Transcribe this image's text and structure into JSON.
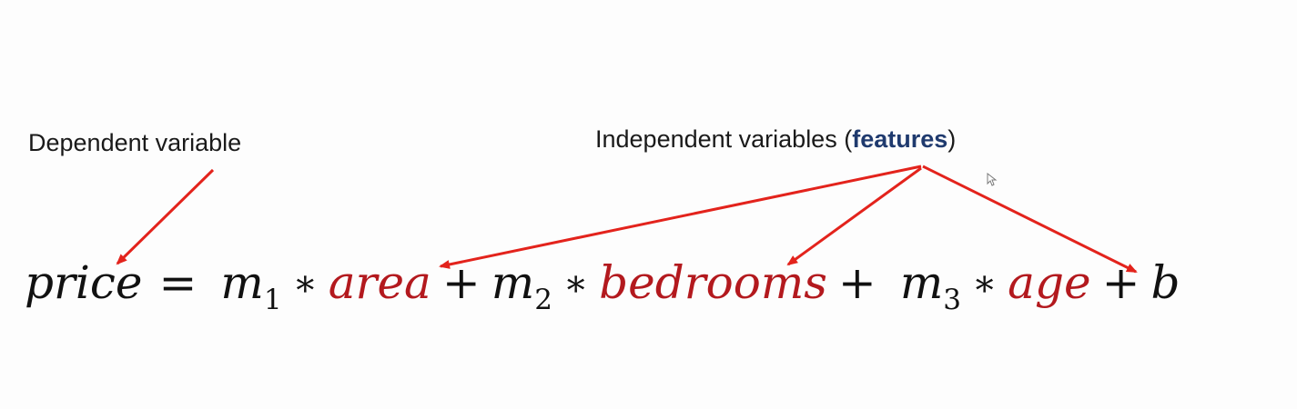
{
  "annotations": {
    "dependent_label": "Dependent variable",
    "independent_label_prefix": "Independent variables (",
    "independent_label_keyword": "features",
    "independent_label_suffix": ")"
  },
  "equation": {
    "lhs": "price",
    "equals": "=",
    "coef1": "m",
    "coef1_sub": "1",
    "mult": "∗",
    "feature1": "area",
    "plus": "+",
    "coef2": "m",
    "coef2_sub": "2",
    "feature2": "bedrooms",
    "coef3": "m",
    "coef3_sub": "3",
    "feature3": "age",
    "intercept": "b"
  },
  "colors": {
    "arrow": "#e3231c",
    "feature_text": "#b3191e",
    "keyword": "#1f3a6e",
    "text": "#111111",
    "background": "#fdfdfd"
  }
}
